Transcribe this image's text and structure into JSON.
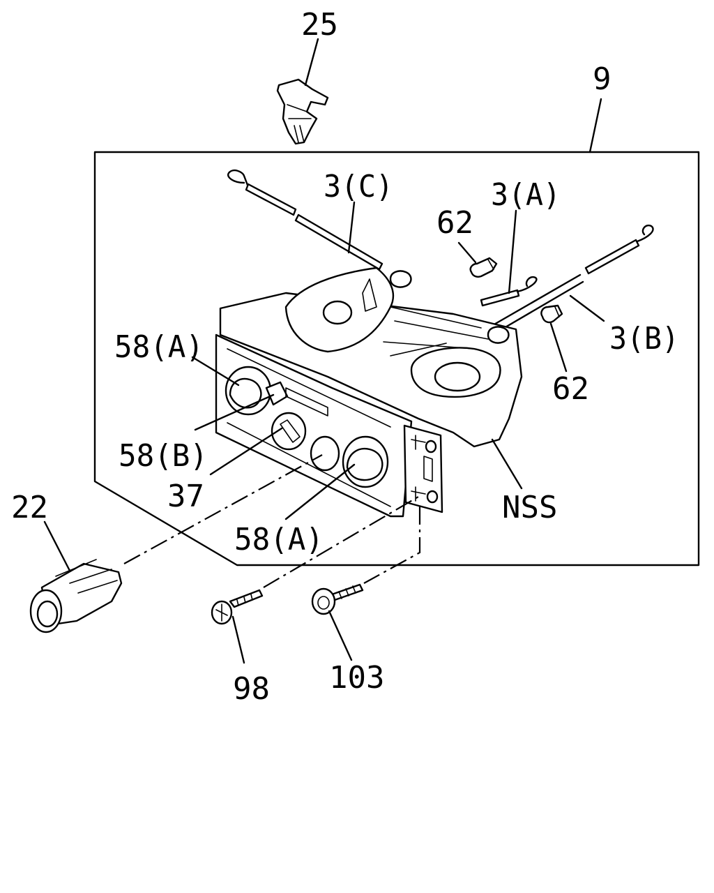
{
  "labels": {
    "p25": "25",
    "p9": "9",
    "p3c": "3(C)",
    "p3a": "3(A)",
    "p62a": "62",
    "p62b": "62",
    "p3b": "3(B)",
    "p58a_top": "58(A)",
    "p58b": "58(B)",
    "p37": "37",
    "p58a_bottom": "58(A)",
    "p22": "22",
    "pnss": "NSS",
    "p98": "98",
    "p103": "103"
  }
}
